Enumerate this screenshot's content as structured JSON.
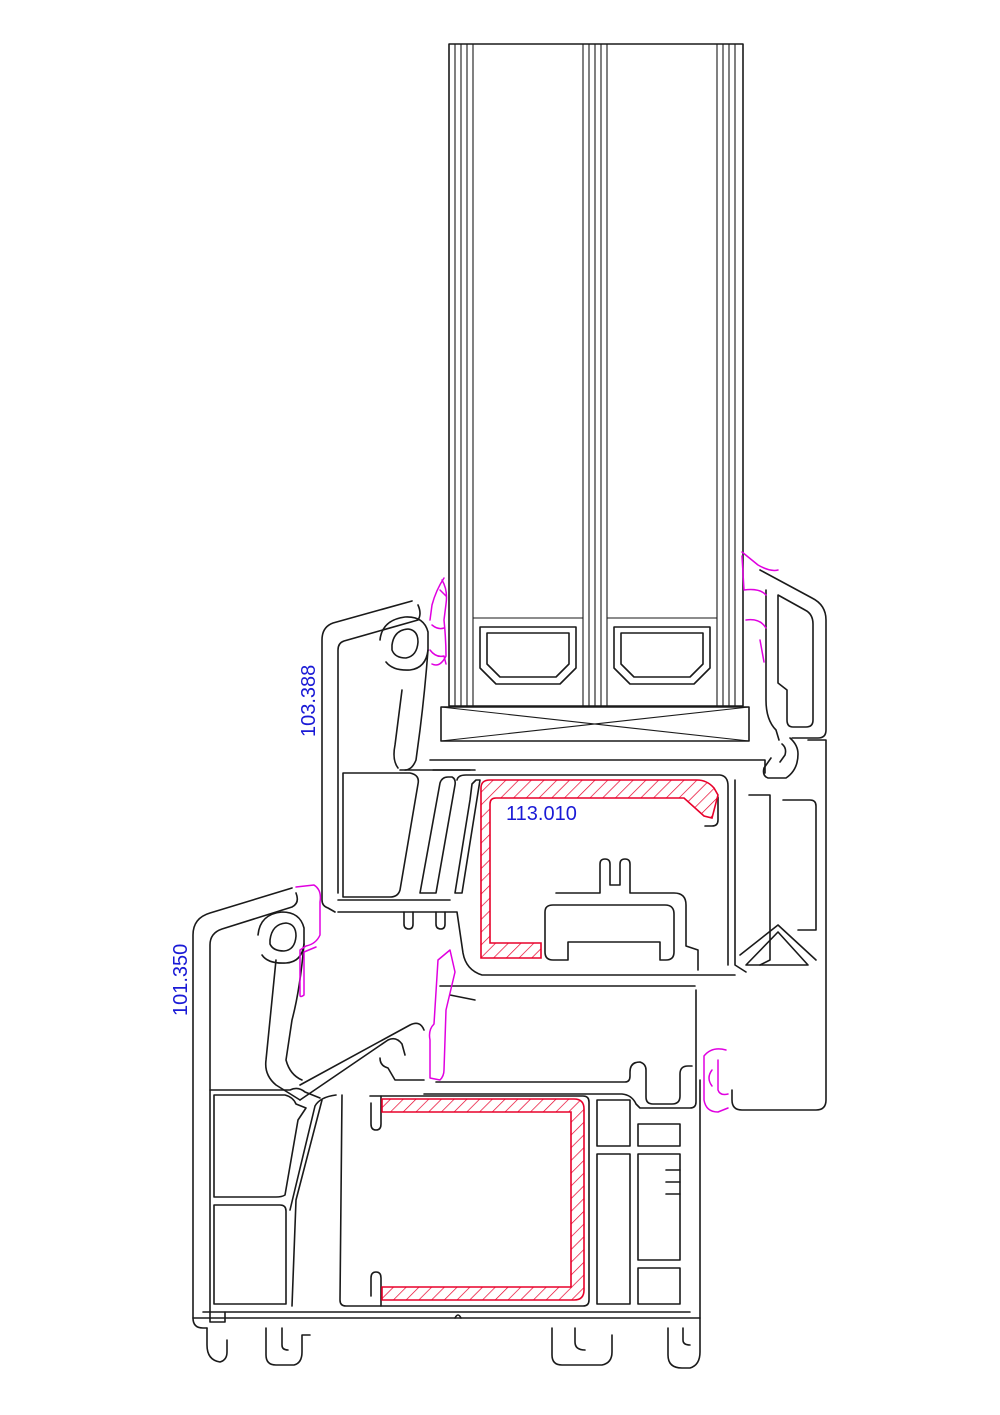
{
  "labels": {
    "sash_profile": "103.388",
    "frame_profile": "101.350",
    "reinforcement": "113.010"
  },
  "colors": {
    "outline": "#1a1a1a",
    "gasket": "#e000e0",
    "steel_reinforcement": "#e8002a",
    "label_text": "#1a1ad6",
    "background": "#ffffff"
  }
}
